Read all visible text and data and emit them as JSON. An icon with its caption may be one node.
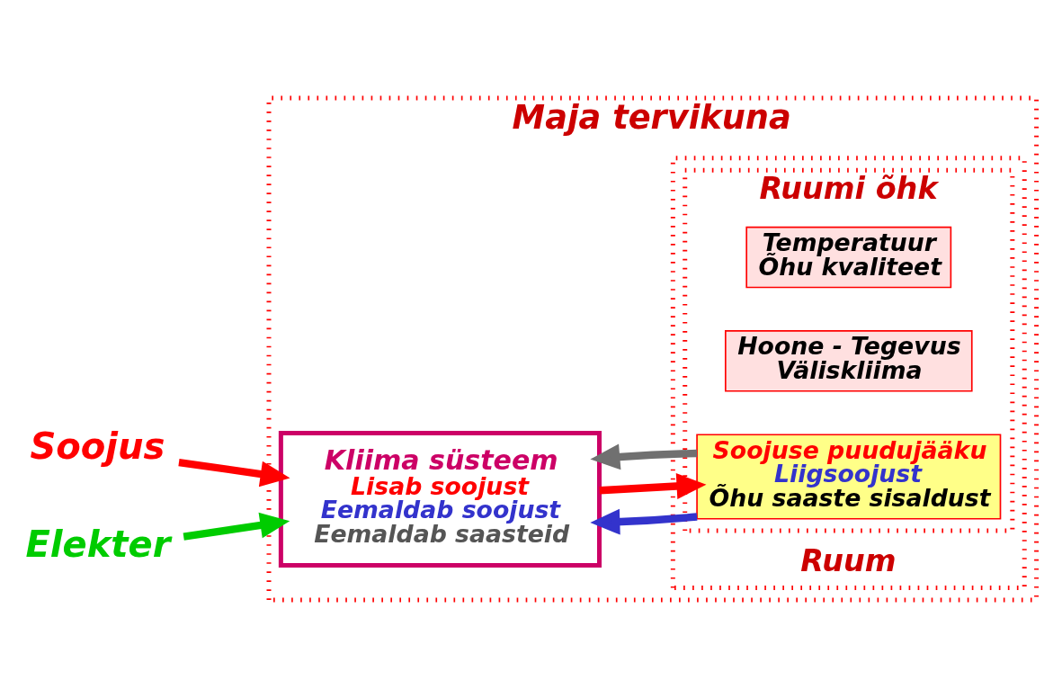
{
  "diagram": {
    "nodes": [
      {
        "text": [
          "Maja tervikuna"
        ]
      },
      {
        "text": [
          "Ruum"
        ],
        "in": 0
      },
      {
        "text": [
          "Ruumi õhk"
        ],
        "in": 1
      },
      {
        "text": [
          "Temperatuur",
          "Õhu kvaliteet"
        ],
        "in": 2
      },
      {
        "text": [
          "Hoone - Tegevus",
          "Väliskliima"
        ],
        "in": 2
      },
      {
        "text": [
          "Soojuse puudujääku",
          "Liigsoojust",
          "Õhu saaste sisaldust"
        ],
        "in": 2
      },
      {
        "text": [
          "Kliima süsteem",
          "Lisab soojust",
          "Eemaldab soojust",
          "Eemaldab saasteid"
        ],
        "in": 0
      },
      {
        "text": [
          "Soojus"
        ]
      },
      {
        "text": [
          "Elekter"
        ]
      }
    ],
    "edges": [
      {
        "from": 7,
        "to": 6,
        "arrow": "to"
      },
      {
        "from": 8,
        "to": 6,
        "arrow": "to",
        "color": "#00cc00"
      },
      {
        "from": 6,
        "to": 5,
        "arrow": "to"
      },
      {
        "from": 5,
        "to": 6,
        "arrow": "to",
        "color": "#3333cc"
      },
      {
        "from": 5,
        "to": 6,
        "arrow": "to",
        "color": "#707070"
      }
    ]
  }
}
